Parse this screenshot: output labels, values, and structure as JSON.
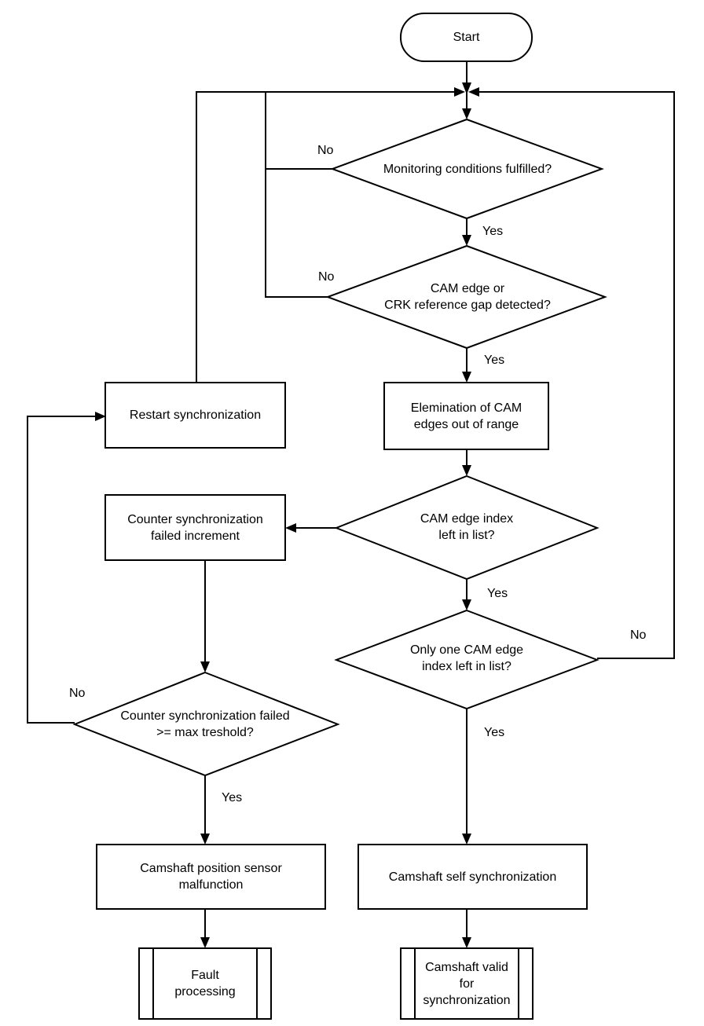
{
  "nodes": {
    "start": "Start",
    "d_monitor": "Monitoring conditions fulfilled?",
    "d_cam_edge": "CAM edge or\nCRK reference gap detected?",
    "restart_sync": "Restart synchronization",
    "elimination": "Elemination of CAM\nedges out of range",
    "counter_increment": "Counter synchronization\nfailed increment",
    "d_index_left": "CAM edge index\nleft in list?",
    "d_only_one": "Only one CAM edge\nindex left in list?",
    "d_counter_max": "Counter synchronization failed\n>= max treshold?",
    "sensor_malfunction": "Camshaft position sensor\nmalfunction",
    "self_sync": "Camshaft self synchronization",
    "fault_processing": "Fault\nprocessing",
    "camshaft_valid": "Camshaft valid\nfor\nsynchronization"
  },
  "branches": {
    "monitor_no": "No",
    "monitor_yes": "Yes",
    "cam_edge_no": "No",
    "cam_edge_yes": "Yes",
    "index_left_yes": "Yes",
    "only_one_no": "No",
    "only_one_yes": "Yes",
    "counter_no": "No",
    "counter_yes": "Yes"
  }
}
